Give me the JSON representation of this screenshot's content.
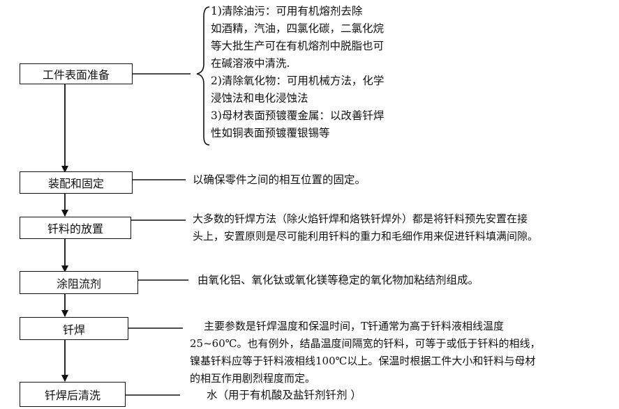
{
  "steps": [
    {
      "label": "工件表面准备"
    },
    {
      "label": "装配和固定"
    },
    {
      "label": "钎料的放置"
    },
    {
      "label": "涂阻流剂"
    },
    {
      "label": "钎焊"
    },
    {
      "label": "钎焊后清洗"
    }
  ],
  "descriptions": {
    "prep": [
      "1)清除油污：可用有机熔剂去除",
      "如酒精，汽油，四氯化碳，二氯化烷",
      "等大批生产可在有机熔剂中脱脂也可",
      "在碱溶液中清洗.",
      "2)清除氧化物：可用机械方法，化学",
      "浸蚀法和电化浸蚀法",
      "3)母材表面预镀覆金属：以改善钎焊",
      "性如铜表面预镀覆银锡等"
    ],
    "assembly": [
      "以确保零件之间的相互位置的固定。"
    ],
    "placement": [
      "大多数的钎焊方法（除火焰钎焊和烙铁钎焊外）都是将钎料预先安置在接",
      "头上，安置原则是尽可能利用钎料的重力和毛细作用来促进钎料填满间隙。"
    ],
    "flux": [
      "由氧化铝、氧化钛或氧化镁等稳定的氧化物加粘结剂组成。"
    ],
    "brazing": [
      "主要参数是钎焊温度和保温时间，T钎通常为高于钎料液相线温度",
      "25~60℃。也有例外，结晶温度间隔宽的钎料，可等于或低于钎料的相线，",
      "镍基钎料应等于钎料液相线100℃以上。保温时根据工件大小和钎料与母材",
      "的相互作用剧烈程度而定。"
    ],
    "cleaning": [
      "水（用于有机酸及盐钎剂钎剂 ）"
    ]
  }
}
